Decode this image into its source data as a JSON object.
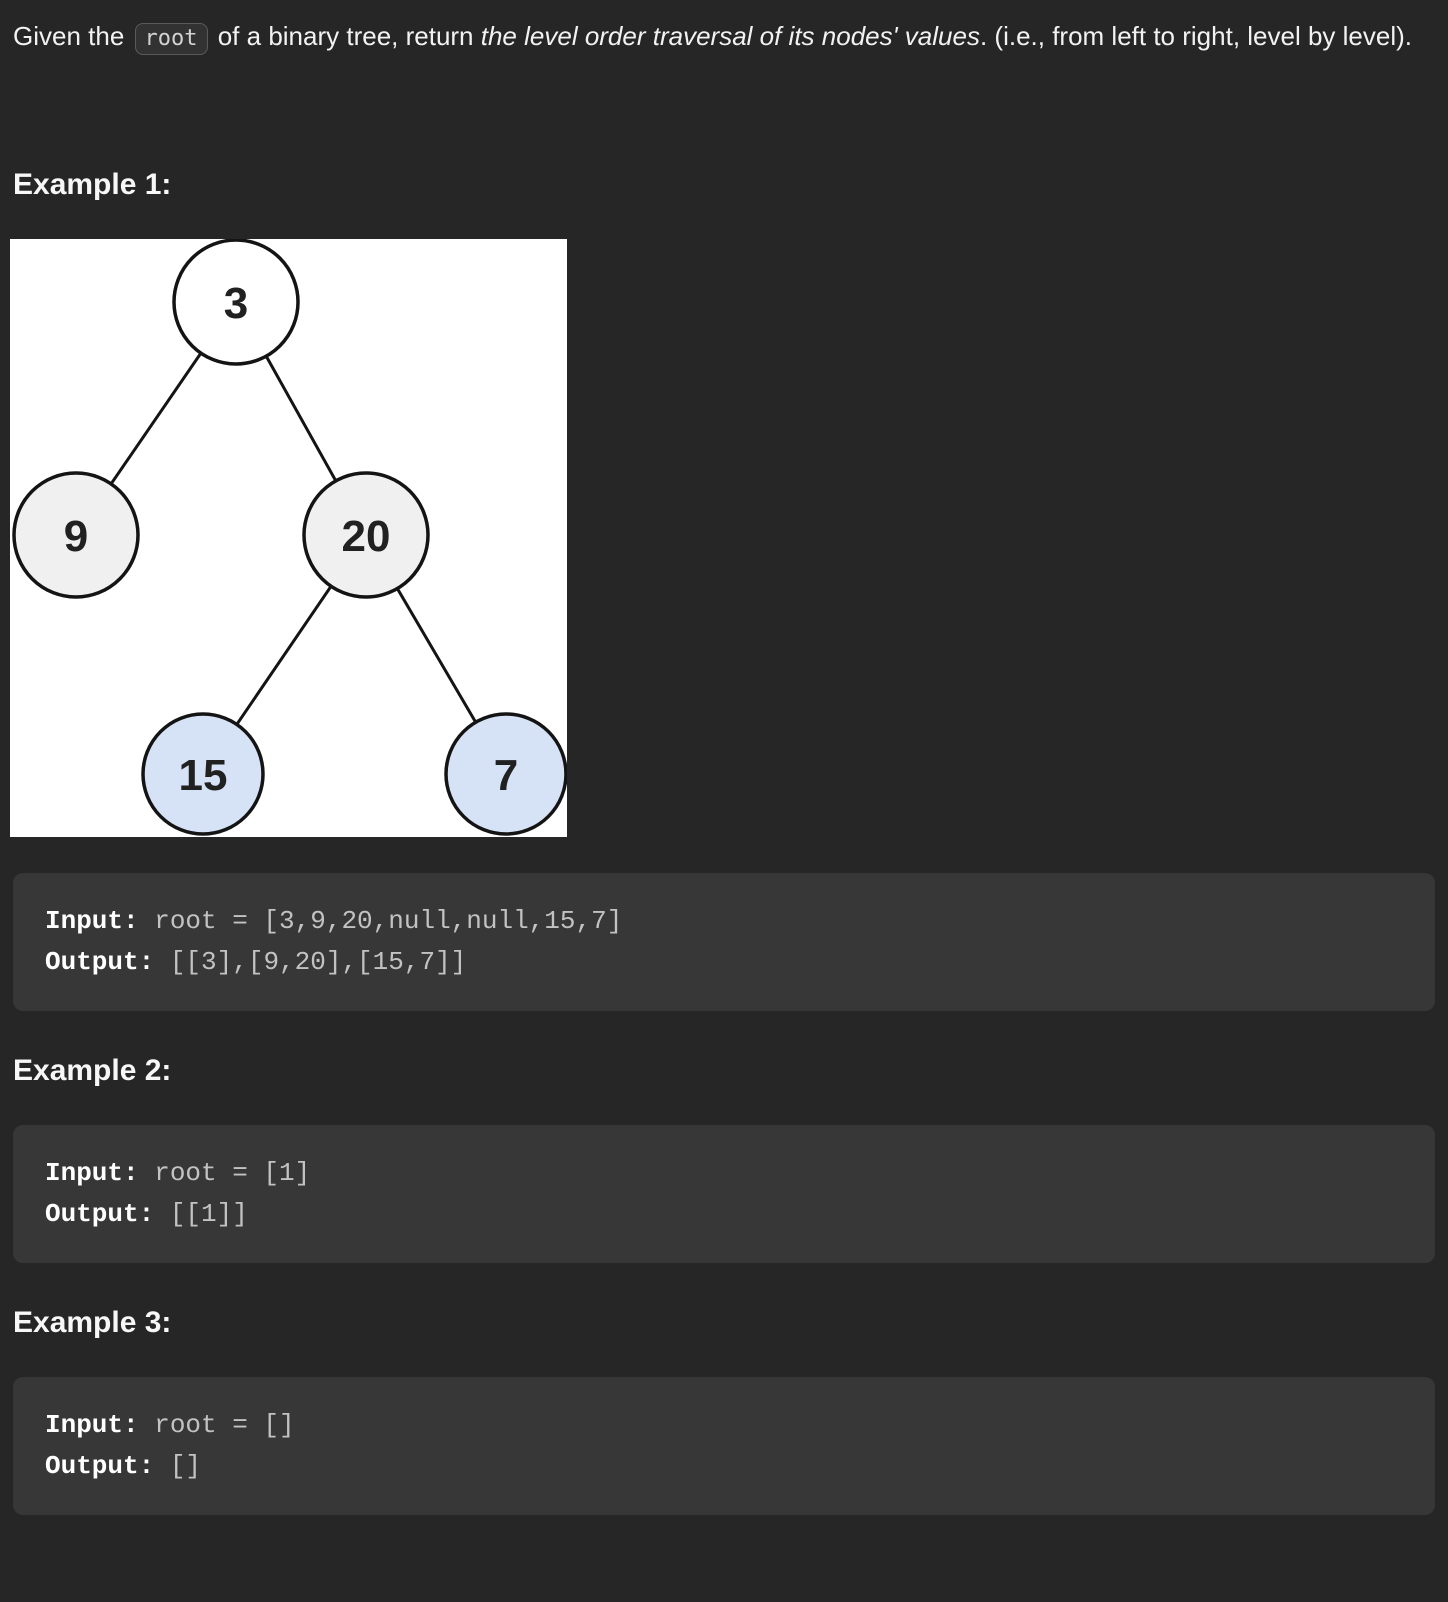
{
  "statement": {
    "prefix": "Given the ",
    "code": "root",
    "middle": " of a binary tree, return ",
    "italic": "the level order traversal of its nodes' values",
    "suffix": ". (i.e., from left to right, level by level)."
  },
  "examples": [
    {
      "heading": "Example 1:",
      "input_label": "Input: ",
      "input_value": "root = [3,9,20,null,null,15,7]",
      "output_label": "Output: ",
      "output_value": "[[3],[9,20],[15,7]]"
    },
    {
      "heading": "Example 2:",
      "input_label": "Input: ",
      "input_value": "root = [1]",
      "output_label": "Output: ",
      "output_value": "[[1]]"
    },
    {
      "heading": "Example 3:",
      "input_label": "Input: ",
      "input_value": "root = []",
      "output_label": "Output: ",
      "output_value": "[]"
    }
  ],
  "tree": {
    "stroke_color": "#141414",
    "nodes": [
      {
        "value": "3",
        "fill": "#ffffff"
      },
      {
        "value": "9",
        "fill": "#f0f0f0"
      },
      {
        "value": "20",
        "fill": "#f0f0f0"
      },
      {
        "value": "15",
        "fill": "#d6e2f5"
      },
      {
        "value": "7",
        "fill": "#d6e2f5"
      }
    ]
  }
}
